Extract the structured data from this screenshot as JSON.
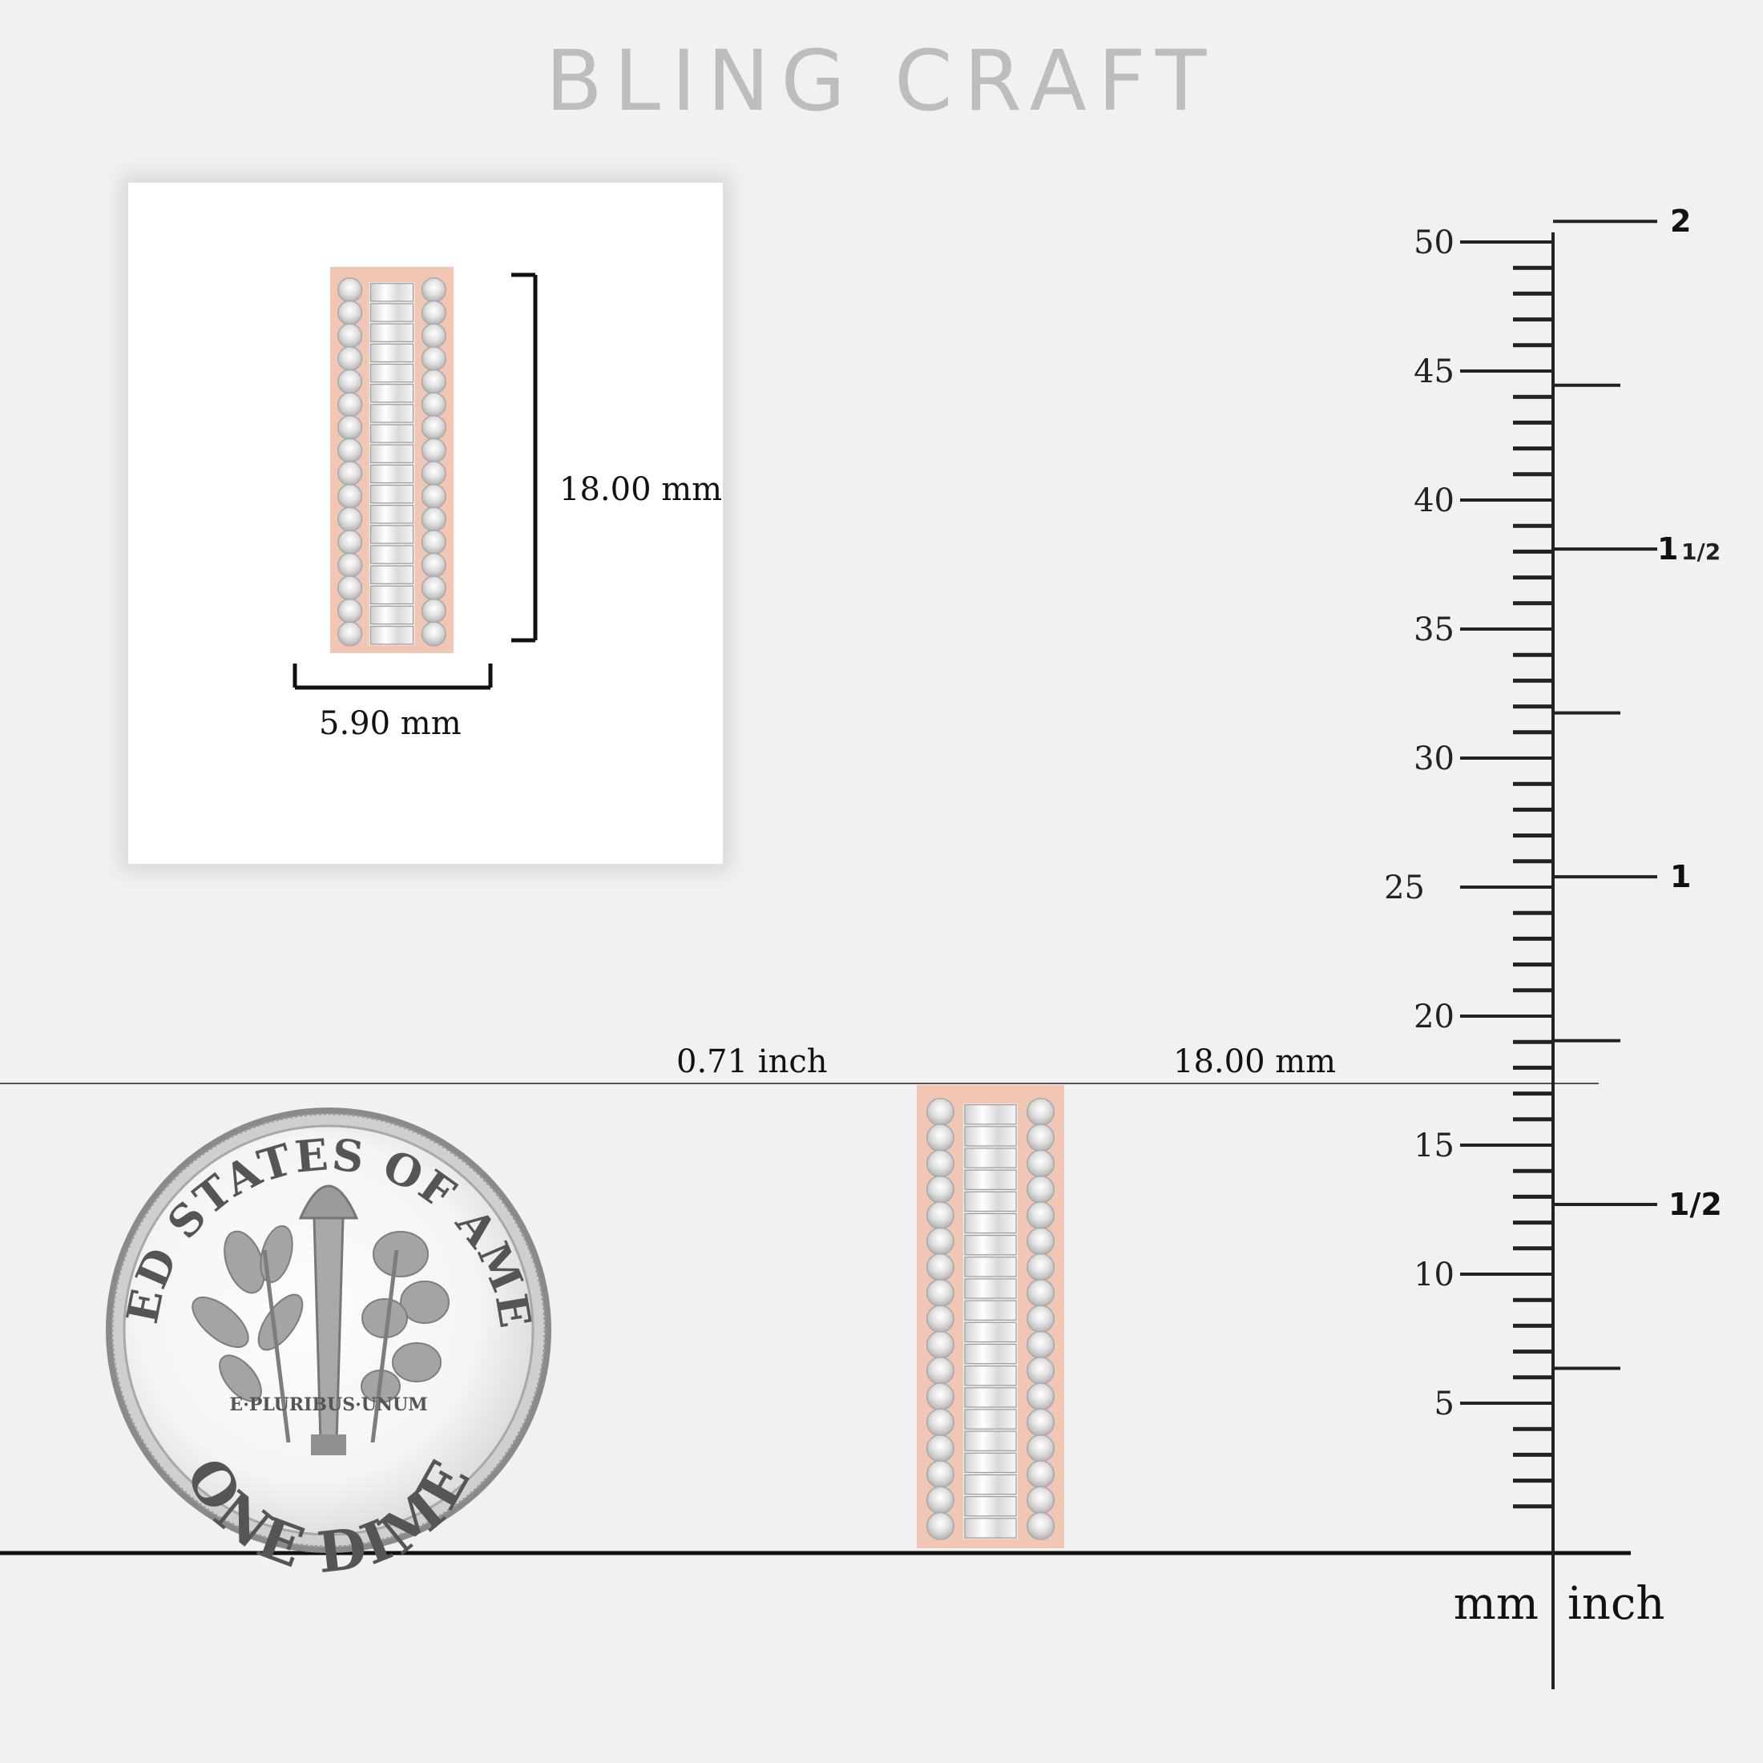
{
  "brand": "BLING CRAFT",
  "detail_view": {
    "height_label": "18.00 mm",
    "width_label": "5.90 mm"
  },
  "scale_view": {
    "inch_label": "0.71 inch",
    "mm_label": "18.00 mm"
  },
  "coin": {
    "top_text": "UNITED STATES OF AMERICA",
    "motto": "E·PLURIBUS·UNUM",
    "bottom_text": "ONE DIME"
  },
  "ruler": {
    "mm_numbers": [
      "50",
      "45",
      "40",
      "35",
      "30",
      "25",
      "20",
      "15",
      "10",
      "5"
    ],
    "inch_marks": [
      "2",
      "1",
      "1/2"
    ],
    "inch_mark_one_half": {
      "whole": "1",
      "frac": "1/2"
    },
    "unit_mm": "mm",
    "unit_inch": "inch"
  },
  "colors": {
    "rose_gold": "#f2c6b4",
    "brand_gray": "#bdbdbd"
  }
}
